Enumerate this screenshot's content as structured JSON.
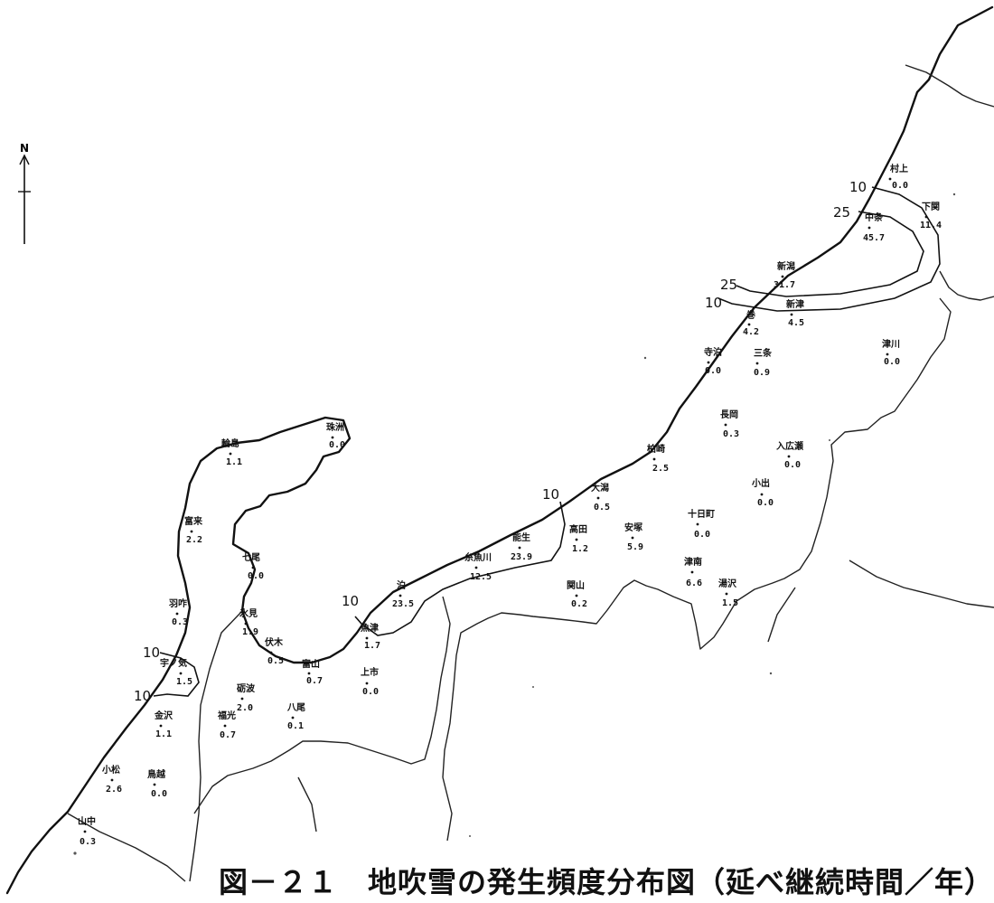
{
  "caption": "図－２１　地吹雪の発生頻度分布図（延べ継続時間／年）",
  "north_arrow": {
    "label": "N"
  },
  "isolines": [
    {
      "id": "iso-25-north",
      "label": "25"
    },
    {
      "id": "iso-10-north",
      "label": "10"
    },
    {
      "id": "iso-25-south",
      "label": "25"
    },
    {
      "id": "iso-10-south",
      "label": "10"
    },
    {
      "id": "iso-10-center",
      "label": "10"
    },
    {
      "id": "iso-10-toyama",
      "label": "10"
    },
    {
      "id": "iso-10-west-a",
      "label": "10"
    },
    {
      "id": "iso-10-west-b",
      "label": "10"
    }
  ],
  "stations": [
    {
      "name": "村上",
      "value": "0.0"
    },
    {
      "name": "下関",
      "value": "11.4"
    },
    {
      "name": "中条",
      "value": "45.7"
    },
    {
      "name": "新潟",
      "value": "31.7"
    },
    {
      "name": "新津",
      "value": "4.5"
    },
    {
      "name": "巻",
      "value": "4.2"
    },
    {
      "name": "寺泊",
      "value": "0.0"
    },
    {
      "name": "三条",
      "value": "0.9"
    },
    {
      "name": "津川",
      "value": "0.0"
    },
    {
      "name": "長岡",
      "value": "0.3"
    },
    {
      "name": "入広瀬",
      "value": "0.0"
    },
    {
      "name": "柏崎",
      "value": "2.5"
    },
    {
      "name": "小出",
      "value": "0.0"
    },
    {
      "name": "大潟",
      "value": "0.5"
    },
    {
      "name": "安塚",
      "value": "5.9"
    },
    {
      "name": "十日町",
      "value": "0.0"
    },
    {
      "name": "高田",
      "value": "1.2"
    },
    {
      "name": "能生",
      "value": "23.9"
    },
    {
      "name": "糸魚川",
      "value": "12.5"
    },
    {
      "name": "関山",
      "value": "0.2"
    },
    {
      "name": "津南",
      "value": "6.6"
    },
    {
      "name": "湯沢",
      "value": "1.5"
    },
    {
      "name": "泊",
      "value": "23.5"
    },
    {
      "name": "魚津",
      "value": "1.7"
    },
    {
      "name": "上市",
      "value": "0.0"
    },
    {
      "name": "富山",
      "value": "0.7"
    },
    {
      "name": "伏木",
      "value": "0.5"
    },
    {
      "name": "氷見",
      "value": "1.9"
    },
    {
      "name": "砺波",
      "value": "2.0"
    },
    {
      "name": "八尾",
      "value": "0.1"
    },
    {
      "name": "福光",
      "value": "0.7"
    },
    {
      "name": "輪島",
      "value": "1.1"
    },
    {
      "name": "珠洲",
      "value": "0.0"
    },
    {
      "name": "富来",
      "value": "2.2"
    },
    {
      "name": "七尾",
      "value": "0.0"
    },
    {
      "name": "羽咋",
      "value": "0.3"
    },
    {
      "name": "宇ノ気",
      "value": "1.5"
    },
    {
      "name": "金沢",
      "value": "1.1"
    },
    {
      "name": "小松",
      "value": "2.6"
    },
    {
      "name": "鳥越",
      "value": "0.0"
    },
    {
      "name": "山中",
      "value": "0.3"
    }
  ]
}
